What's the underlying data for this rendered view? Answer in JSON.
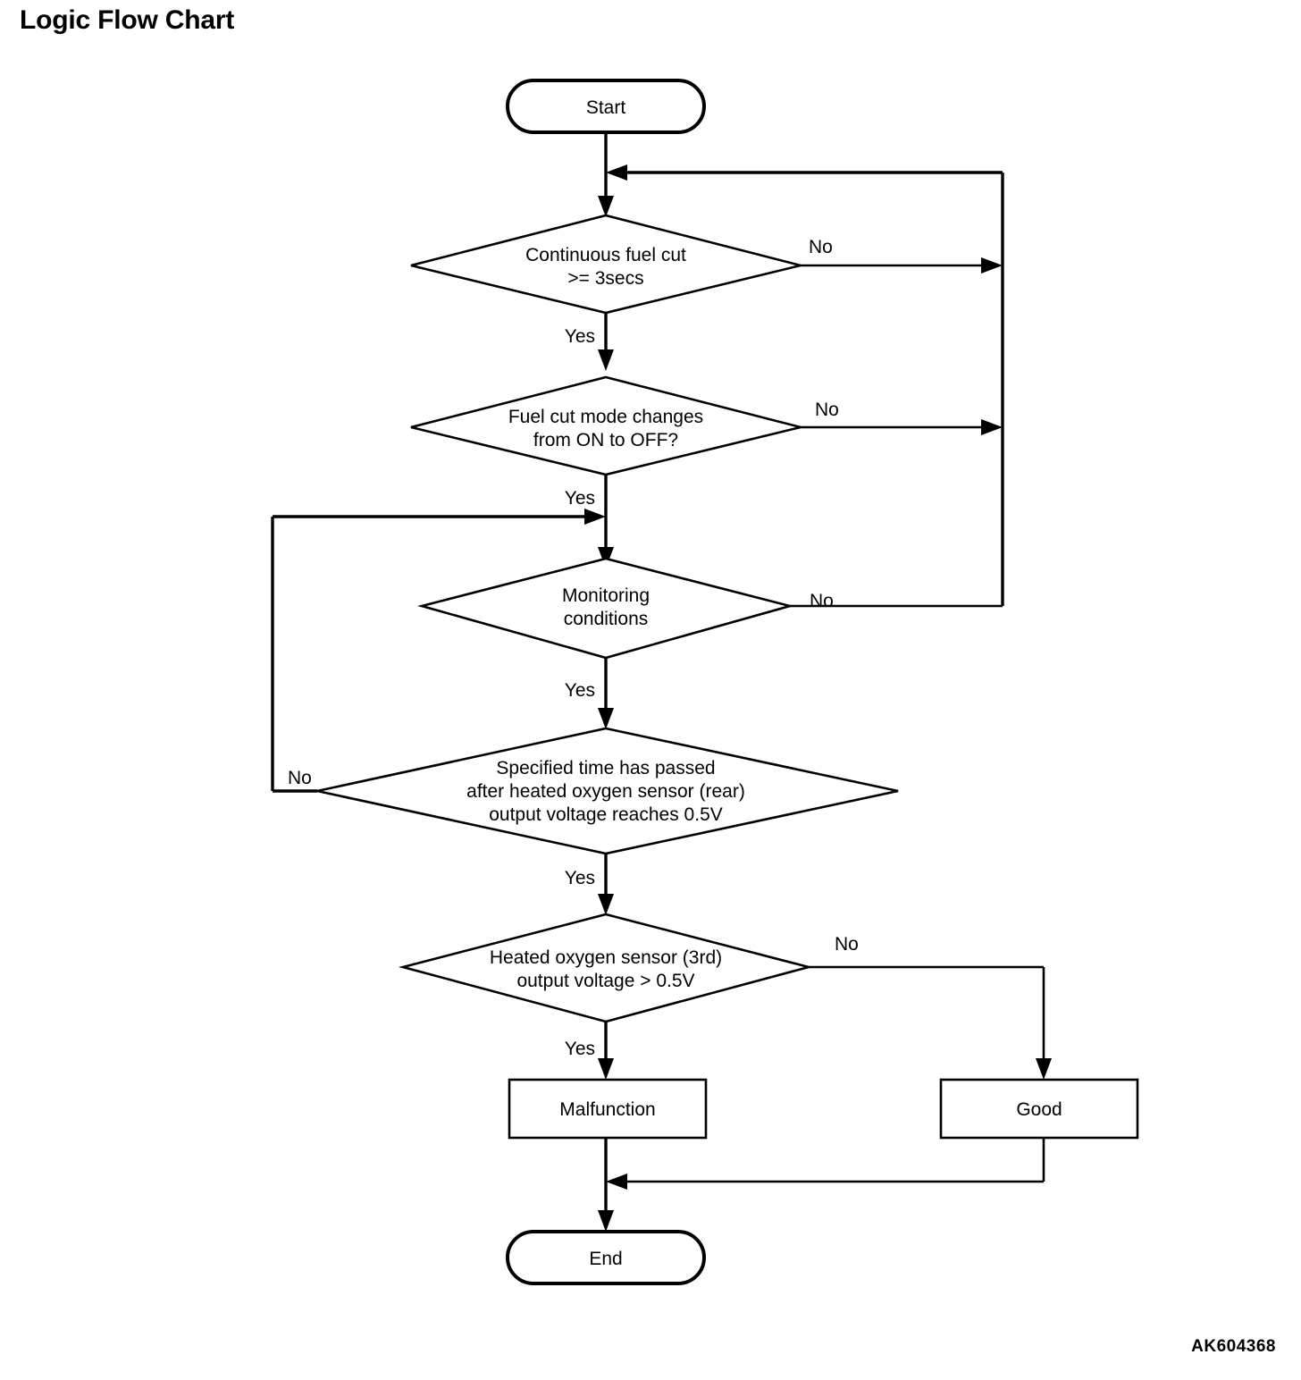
{
  "page": {
    "title": "Logic Flow Chart",
    "watermark": "AK604368",
    "background_color": "#ffffff",
    "line_color": "#000000"
  },
  "chart_data": {
    "type": "diagram",
    "title": "Logic Flow Chart",
    "diagram_kind": "flowchart",
    "orientation": "top-to-bottom",
    "nodes": [
      {
        "id": "start",
        "shape": "terminal",
        "label": "Start"
      },
      {
        "id": "d1",
        "shape": "decision",
        "label": "Continuous fuel cut\n>= 3secs",
        "lines": [
          "Continuous fuel cut",
          ">= 3secs"
        ]
      },
      {
        "id": "d2",
        "shape": "decision",
        "label": "Fuel cut mode changes\nfrom ON to OFF?",
        "lines": [
          "Fuel cut mode changes",
          "from ON to OFF?"
        ]
      },
      {
        "id": "d3",
        "shape": "decision",
        "label": "Monitoring\nconditions",
        "lines": [
          "Monitoring",
          "conditions"
        ]
      },
      {
        "id": "d4",
        "shape": "decision",
        "label": "Specified time has passed after heated oxygen sensor (rear) output voltage reaches 0.5V",
        "lines": [
          "Specified time has passed",
          "after heated oxygen sensor (rear)",
          "output voltage reaches 0.5V"
        ]
      },
      {
        "id": "d5",
        "shape": "decision",
        "label": "Heated oxygen sensor (3rd) output voltage > 0.5V",
        "lines": [
          "Heated oxygen sensor (3rd)",
          "output voltage > 0.5V"
        ]
      },
      {
        "id": "malfunction",
        "shape": "process",
        "label": "Malfunction"
      },
      {
        "id": "good",
        "shape": "process",
        "label": "Good"
      },
      {
        "id": "end",
        "shape": "terminal",
        "label": "End"
      }
    ],
    "edges": [
      {
        "from": "start",
        "to": "d1",
        "label": ""
      },
      {
        "from": "d1",
        "to": "d2",
        "label": "Yes"
      },
      {
        "from": "d1",
        "to": "d1",
        "label": "No",
        "route": "right-bus-return-to-d1-input"
      },
      {
        "from": "d2",
        "to": "d3",
        "label": "Yes"
      },
      {
        "from": "d2",
        "to": "d1",
        "label": "No",
        "route": "right-bus-return-to-d1-input"
      },
      {
        "from": "d3",
        "to": "d4",
        "label": "Yes"
      },
      {
        "from": "d3",
        "to": "d1",
        "label": "No",
        "route": "right-bus-return-to-d1-input"
      },
      {
        "from": "d4",
        "to": "d5",
        "label": "Yes"
      },
      {
        "from": "d4",
        "to": "d3",
        "label": "No",
        "route": "left-loop-return-to-d3-input"
      },
      {
        "from": "d5",
        "to": "malfunction",
        "label": "Yes"
      },
      {
        "from": "d5",
        "to": "good",
        "label": "No"
      },
      {
        "from": "malfunction",
        "to": "end",
        "label": ""
      },
      {
        "from": "good",
        "to": "end",
        "label": ""
      }
    ],
    "labels": {
      "yes": "Yes",
      "no": "No"
    }
  },
  "nodes": {
    "start": {
      "label": "Start"
    },
    "d1": {
      "line1": "Continuous fuel cut",
      "line2": ">= 3secs"
    },
    "d2": {
      "line1": "Fuel cut mode changes",
      "line2": "from ON to OFF?"
    },
    "d3": {
      "line1": "Monitoring",
      "line2": "conditions"
    },
    "d4": {
      "line1": "Specified time has passed",
      "line2": "after heated oxygen sensor (rear)",
      "line3": "output voltage reaches 0.5V"
    },
    "d5": {
      "line1": "Heated oxygen sensor (3rd)",
      "line2": "output voltage > 0.5V"
    },
    "malfunction": {
      "label": "Malfunction"
    },
    "good": {
      "label": "Good"
    },
    "end": {
      "label": "End"
    }
  },
  "edge_labels": {
    "d1_yes": "Yes",
    "d1_no": "No",
    "d2_yes": "Yes",
    "d2_no": "No",
    "d3_yes": "Yes",
    "d3_no": "No",
    "d4_yes": "Yes",
    "d4_no": "No",
    "d5_yes": "Yes",
    "d5_no": "No"
  }
}
